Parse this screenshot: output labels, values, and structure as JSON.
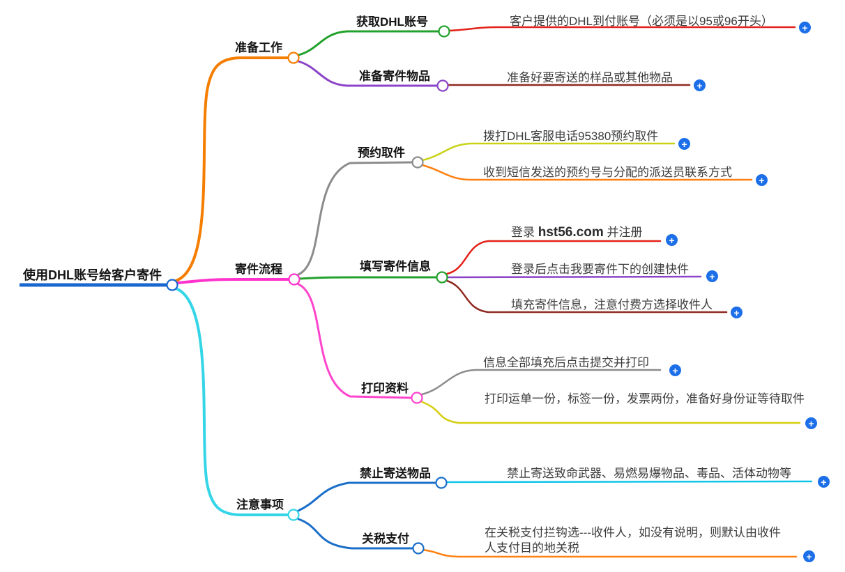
{
  "icons": {
    "add": "+"
  },
  "colors": {
    "root_line": "#1a67cf",
    "branch_prep": "#f57d00",
    "branch_process": "#ff33cc",
    "branch_notice": "#35d5e8",
    "child_green": "#22a12c",
    "child_purple": "#8b44c7",
    "child_gray": "#8c8c8c",
    "child_pink": "#ff44cc",
    "child_blue": "#1b6fc9",
    "leaf_red": "#e32219",
    "leaf_darkred": "#8f2a22",
    "leaf_yellowgreen": "#c9d215",
    "leaf_orange": "#ff7f10",
    "leaf_yellow": "#d6ce10",
    "leaf_cyan": "#10c4e8",
    "add_icon_bg": "#1c6fe8"
  },
  "mindmap": {
    "root": {
      "label": "使用DHL账号给客户寄件"
    },
    "branches": [
      {
        "label": "准备工作",
        "color": "#f57d00",
        "children": [
          {
            "label": "获取DHL账号",
            "color": "#22a12c",
            "leaves": [
              {
                "text": "客户提供的DHL到付账号（必须是以95或96开头）",
                "color": "#e32219"
              }
            ]
          },
          {
            "label": "准备寄件物品",
            "color": "#8b44c7",
            "leaves": [
              {
                "text": "准备好要寄送的样品或其他物品",
                "color": "#8f2a22"
              }
            ]
          }
        ]
      },
      {
        "label": "寄件流程",
        "color": "#ff33cc",
        "children": [
          {
            "label": "预约取件",
            "color": "#8c8c8c",
            "leaves": [
              {
                "text": "拨打DHL客服电话95380预约取件",
                "color": "#c9d215"
              },
              {
                "text": "收到短信发送的预约号与分配的派送员联系方式",
                "color": "#ff7f10"
              }
            ]
          },
          {
            "label": "填写寄件信息",
            "color": "#22a12c",
            "leaves": [
              {
                "text": "登录 hst56.com 并注册",
                "parts": {
                  "prefix": "登录 ",
                  "domain": "hst56.com",
                  "suffix": " 并注册"
                },
                "color": "#e32219"
              },
              {
                "text": "登录后点击我要寄件下的创建快件",
                "color": "#8b44c7"
              },
              {
                "text": "填充寄件信息，注意付费方选择收件人",
                "color": "#8f2a22"
              }
            ]
          },
          {
            "label": "打印资料",
            "color": "#ff44cc",
            "leaves": [
              {
                "text": "信息全部填充后点击提交并打印",
                "color": "#8c8c8c"
              },
              {
                "text": "打印运单一份，标签一份，发票两份，准备好身份证等待取件",
                "color": "#d6ce10"
              }
            ]
          }
        ]
      },
      {
        "label": "注意事项",
        "color": "#35d5e8",
        "children": [
          {
            "label": "禁止寄送物品",
            "color": "#1b6fc9",
            "leaves": [
              {
                "text": "禁止寄送致命武器、易燃易爆物品、毒品、活体动物等",
                "color": "#10c4e8"
              }
            ]
          },
          {
            "label": "关税支付",
            "color": "#1b6fc9",
            "leaves": [
              {
                "text": "在关税支付拦钩选---收件人，如没有说明，则默认由收件人支付目的地关税",
                "color": "#ff7f10"
              }
            ]
          }
        ]
      }
    ]
  }
}
